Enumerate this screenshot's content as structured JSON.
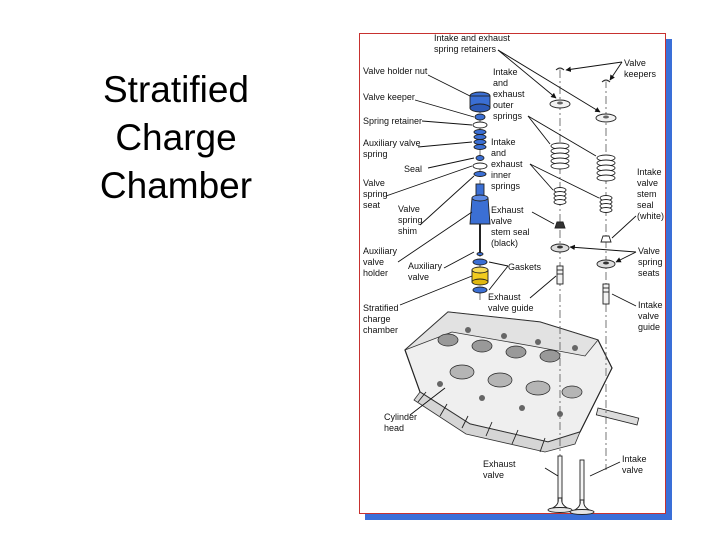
{
  "slide": {
    "title_lines": [
      "Stratified",
      "Charge",
      "Chamber"
    ]
  },
  "colors": {
    "frame_shadow": "#3a6fd8",
    "frame_border": "#c7312f",
    "part_blue": "#3b6fd4",
    "part_yellow": "#f2cc1f"
  },
  "labels": {
    "valve_holder_nut": "Valve holder nut",
    "valve_keeper_left": "Valve keeper",
    "spring_retainer": "Spring retainer",
    "auxiliary_valve_spring": [
      "Auxiliary valve",
      "spring"
    ],
    "seal": "Seal",
    "valve_spring_seat_left": [
      "Valve",
      "spring",
      "seat"
    ],
    "valve_spring_shim": [
      "Valve",
      "spring",
      "shim"
    ],
    "auxiliary_valve_holder": [
      "Auxiliary",
      "valve",
      "holder"
    ],
    "auxiliary_valve": [
      "Auxiliary",
      "valve"
    ],
    "gaskets": "Gaskets",
    "stratified_charge_chamber": [
      "Stratified",
      "charge",
      "chamber"
    ],
    "cylinder_head": [
      "Cylinder",
      "head"
    ],
    "intake_exhaust_spring_retainers": [
      "Intake and exhaust",
      "spring retainers"
    ],
    "valve_keepers_right": [
      "Valve",
      "keepers"
    ],
    "intake_exhaust_outer_springs": [
      "Intake",
      "and",
      "exhaust",
      "outer",
      "springs"
    ],
    "intake_exhaust_inner_springs": [
      "Intake",
      "and",
      "exhaust",
      "inner",
      "springs"
    ],
    "exhaust_valve_stem_seal": [
      "Exhaust",
      "valve",
      "stem seal",
      "(black)"
    ],
    "intake_valve_stem_seal": [
      "Intake",
      "valve",
      "stem",
      "seal",
      "(white)"
    ],
    "valve_spring_seats_right": [
      "Valve",
      "spring",
      "seats"
    ],
    "exhaust_valve_guide": [
      "Exhaust",
      "valve guide"
    ],
    "intake_valve_guide": [
      "Intake",
      "valve",
      "guide"
    ],
    "exhaust_valve": [
      "Exhaust",
      "valve"
    ],
    "intake_valve": [
      "Intake",
      "valve"
    ]
  }
}
